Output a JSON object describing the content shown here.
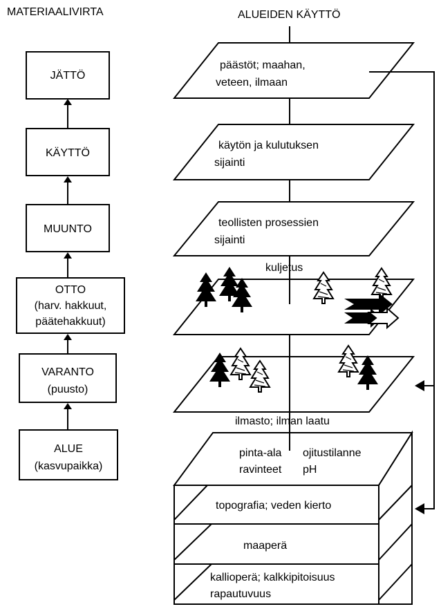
{
  "left_column": {
    "title": "MATERIAALIVIRTA",
    "boxes": [
      {
        "lines": [
          "JÄTTÖ"
        ]
      },
      {
        "lines": [
          "KÄYTTÖ"
        ]
      },
      {
        "lines": [
          "MUUNTO"
        ]
      },
      {
        "lines": [
          "OTTO",
          "(harv. hakkuut,",
          "päätehakkuut)"
        ]
      },
      {
        "lines": [
          "VARANTO",
          "(puusto)"
        ]
      },
      {
        "lines": [
          "ALUE",
          "(kasvupaikka)"
        ]
      }
    ]
  },
  "right_column": {
    "title": "ALUEIDEN KÄYTTÖ",
    "layers": [
      {
        "lines": [
          "päästöt; maahan,",
          "veteen, ilmaan"
        ]
      },
      {
        "lines": [
          "käytön ja kulutuksen",
          "sijainti"
        ]
      },
      {
        "lines": [
          "teollisten prosessien",
          "sijainti"
        ]
      }
    ],
    "label_kuljetus": "kuljetus",
    "label_ilmasto": "ilmasto; ilman laatu",
    "block_top_left": [
      "pinta-ala",
      "ravinteet"
    ],
    "block_top_right": [
      "ojitustilanne",
      "pH"
    ],
    "block_layers": [
      {
        "lines": [
          "topografia; veden kierto"
        ]
      },
      {
        "lines": [
          "maaperä"
        ]
      },
      {
        "lines": [
          "kallioperä; kalkkipitoisuus",
          "rapautuvuus"
        ]
      }
    ]
  }
}
